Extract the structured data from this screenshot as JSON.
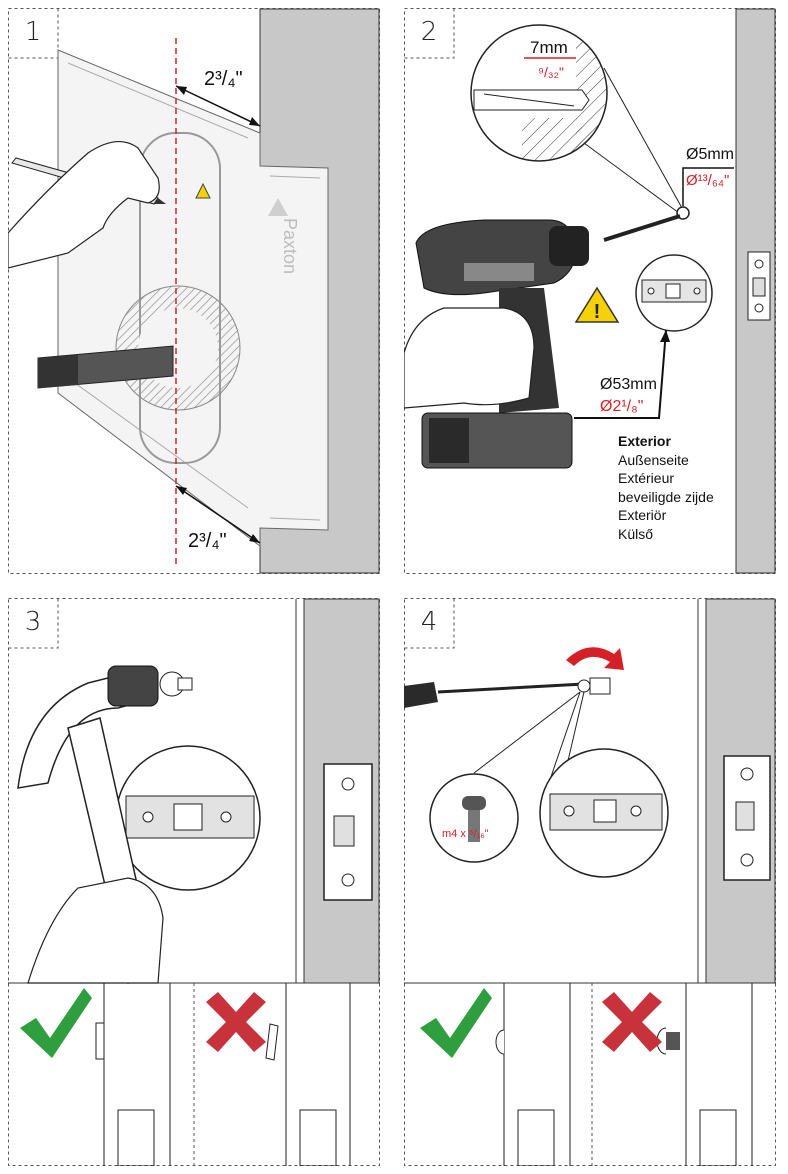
{
  "steps": [
    {
      "number": "1",
      "labels": {
        "top_dim": "2³/₄\"",
        "bottom_dim": "2³/₄\"",
        "brand": "Paxton"
      }
    },
    {
      "number": "2",
      "labels": {
        "depth_mm": "7mm",
        "depth_in": "⁹/₃₂\"",
        "hole_small_mm": "Ø5mm",
        "hole_small_in": "Ø¹³/₆₄\"",
        "hole_large_mm": "Ø53mm",
        "hole_large_in": "Ø2¹/₈\""
      },
      "exterior": {
        "title": "Exterior",
        "translations": [
          "Außenseite",
          "Extérieur",
          "beveiligde zijde",
          "Exteriör",
          "Külső"
        ]
      }
    },
    {
      "number": "3"
    },
    {
      "number": "4",
      "labels": {
        "screw_size": "m4 x ⁵/₁₆\""
      }
    }
  ],
  "colors": {
    "wall_grey": "#c8c8c8",
    "check_green": "#2e9e3e",
    "cross_red": "#c8323a",
    "dimension_red": "#d62027",
    "warning_yellow": "#f5d10a"
  },
  "icons": [
    "pencil-icon",
    "drill-icon",
    "warning-icon",
    "hammer-icon",
    "screwdriver-icon",
    "check-icon",
    "cross-icon",
    "rotate-arrow-icon"
  ]
}
